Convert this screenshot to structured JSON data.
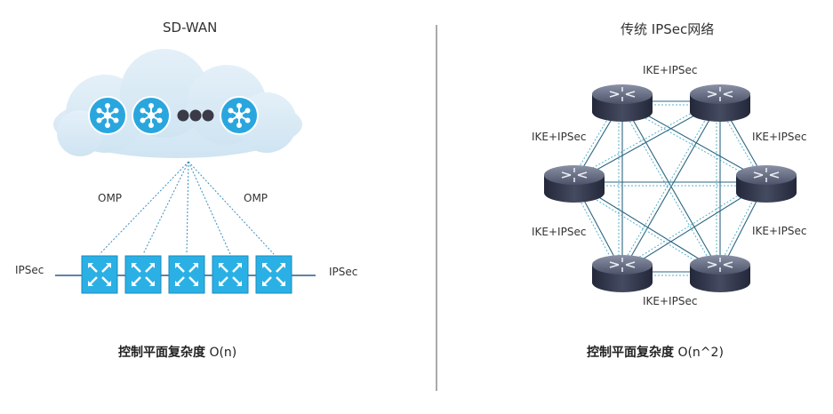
{
  "left": {
    "title": "SD-WAN",
    "omp_left": "OMP",
    "omp_right": "OMP",
    "ipsec_left": "IPSec",
    "ipsec_right": "IPSec",
    "caption_bold": "控制平面复杂度",
    "caption_value": "O(n)"
  },
  "right": {
    "title": "传统 IPSec网络",
    "label_top": "IKE+IPSec",
    "label_upper_left": "IKE+IPSec",
    "label_upper_right": "IKE+IPSec",
    "label_lower_left": "IKE+IPSec",
    "label_lower_right": "IKE+IPSec",
    "label_bottom": "IKE+IPSec",
    "caption_bold": "控制平面复杂度",
    "caption_value": "O(n^2)"
  },
  "colors": {
    "cloud": "#d8eaf5",
    "controller": "#2aa6de",
    "switch": "#2ab0e4",
    "router": "#3a4055",
    "mesh_dark": "#2e6680",
    "mesh_light": "#55b3c8",
    "divider": "#555555"
  },
  "icons": {
    "controller": "network-hub-icon",
    "switch": "switch-arrows-icon",
    "router": "router-icon"
  }
}
